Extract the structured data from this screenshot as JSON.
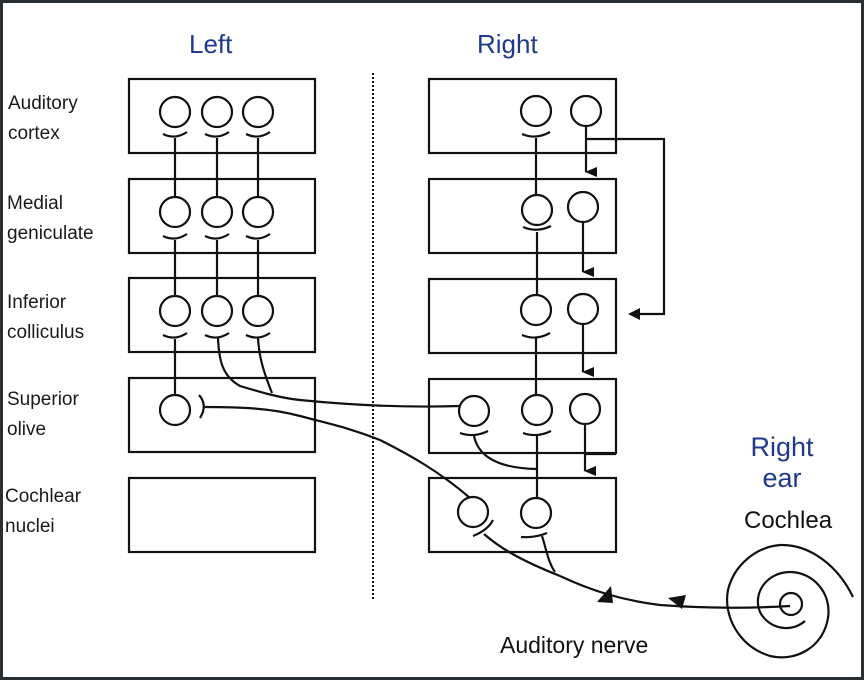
{
  "diagram": {
    "title_left": "Left",
    "title_right": "Right",
    "levels": [
      {
        "id": "auditory-cortex",
        "label": "Auditory\ncortex"
      },
      {
        "id": "medial-geniculate",
        "label": "Medial\ngeniculate"
      },
      {
        "id": "inferior-colliculus",
        "label": "Inferior\ncolliculus"
      },
      {
        "id": "superior-olive",
        "label": "Superior\nolive"
      },
      {
        "id": "cochlear-nuclei",
        "label": "Cochlear\nnuclei"
      }
    ],
    "ear_label": "Right\near",
    "cochlea_label": "Cochlea",
    "nerve_label": "Auditory nerve",
    "colors": {
      "heading": "#1f3a8a",
      "line": "#111111",
      "frame": "#2a2f33"
    }
  }
}
